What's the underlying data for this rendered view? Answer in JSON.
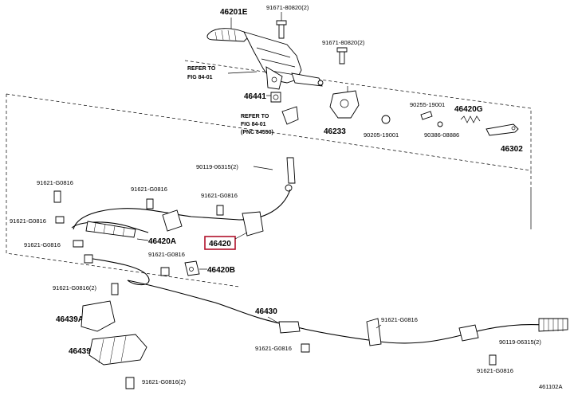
{
  "figure_code": "461102A",
  "labels": {
    "p46201e": "46201E",
    "p91671_top": "91671-80820(2)",
    "p91671_right": "91671-80820(2)",
    "refer1_a": "REFER TO",
    "refer1_b": "FIG 84-01",
    "p46441": "46441",
    "refer2_a": "REFER TO",
    "refer2_b": "FIG 84-01",
    "refer2_c": "(PNC 84550)",
    "p46233": "46233",
    "p90205": "90205-19001",
    "p90255": "90255-19001",
    "p46420g": "46420G",
    "p90386": "90386-08886",
    "p46302": "46302",
    "p90119_top": "90119-06315(2)",
    "p91621_a": "91621-G0816",
    "p91621_b": "91621-G0816",
    "p91621_c": "91621-G0816",
    "p91621_d": "91621-G0816",
    "p91621_e": "91621-G0816",
    "p46420a": "46420A",
    "p46420": "46420",
    "p91621_f": "91621-G0816",
    "p46420b": "46420B",
    "p91621_g": "91621-G0816(2)",
    "p46430": "46430",
    "p46439a": "46439A",
    "p91621_h": "91621-G0816",
    "p91621_i": "91621-G0816",
    "p46439": "46439",
    "p90119_bot": "90119-06315(2)",
    "p91621_j": "91621-G0816",
    "p91621_k": "91621-G0816(2)"
  },
  "highlight_color": "#b0122b"
}
